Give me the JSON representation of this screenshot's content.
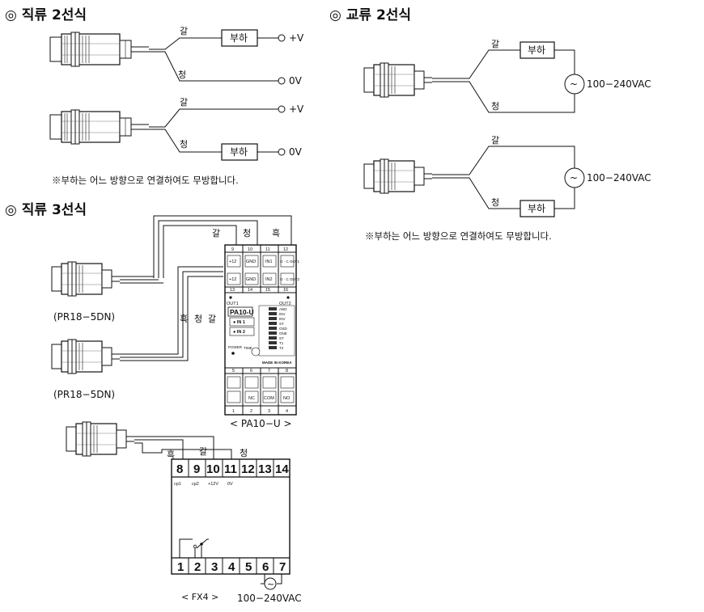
{
  "titles": {
    "dc2": "◎ 직류 2선식",
    "ac2": "◎ 교류 2선식",
    "dc3": "◎ 직류 3선식"
  },
  "wire_colors": {
    "brown": "갈",
    "blue": "청",
    "black": "흑"
  },
  "load_label": "부하",
  "terminals": {
    "plus_v": "+V",
    "zero_v": "0V"
  },
  "ac_supply": "100−240VAC",
  "note": "※부하는 어느 방향으로 연결하여도 무방합니다.",
  "sensor_model": "(PR18−5DN)",
  "pa10u": {
    "caption": "< PA10−U >",
    "model": "PA10-U",
    "top_numbers": [
      "9",
      "10",
      "11",
      "12"
    ],
    "row1": [
      "+12",
      "GND",
      "IN1",
      "O · C OUT1"
    ],
    "row2": [
      "+12",
      "GND",
      "IN2",
      "O · C OUT2"
    ],
    "mid_numbers": [
      "13",
      "14",
      "15",
      "16"
    ],
    "out1": "OUT1",
    "out2": "OUT2",
    "in1": "● IN 1",
    "in2": "● IN 2",
    "power": "POWER",
    "time": "TIME",
    "made_in": "MADE IN KOREA",
    "dip_labels": [
      "AND",
      "INV",
      "INV",
      "ST",
      "OSD",
      "ONE",
      "ST",
      "T1",
      "T2"
    ],
    "bottom_top_numbers": [
      "5",
      "6",
      "7",
      "8"
    ],
    "bottom_labels": [
      "",
      "NC",
      "COM",
      "NO"
    ],
    "bottom_numbers": [
      "1",
      "2",
      "3",
      "4"
    ]
  },
  "fx4": {
    "caption": "< FX4 >",
    "top_terminals": [
      "8",
      "9",
      "10",
      "11",
      "12",
      "13",
      "14"
    ],
    "top_sublabels": [
      "cp1",
      "cp2",
      "+12V",
      "0V"
    ],
    "bottom_terminals": [
      "1",
      "2",
      "3",
      "4",
      "5",
      "6",
      "7"
    ]
  }
}
